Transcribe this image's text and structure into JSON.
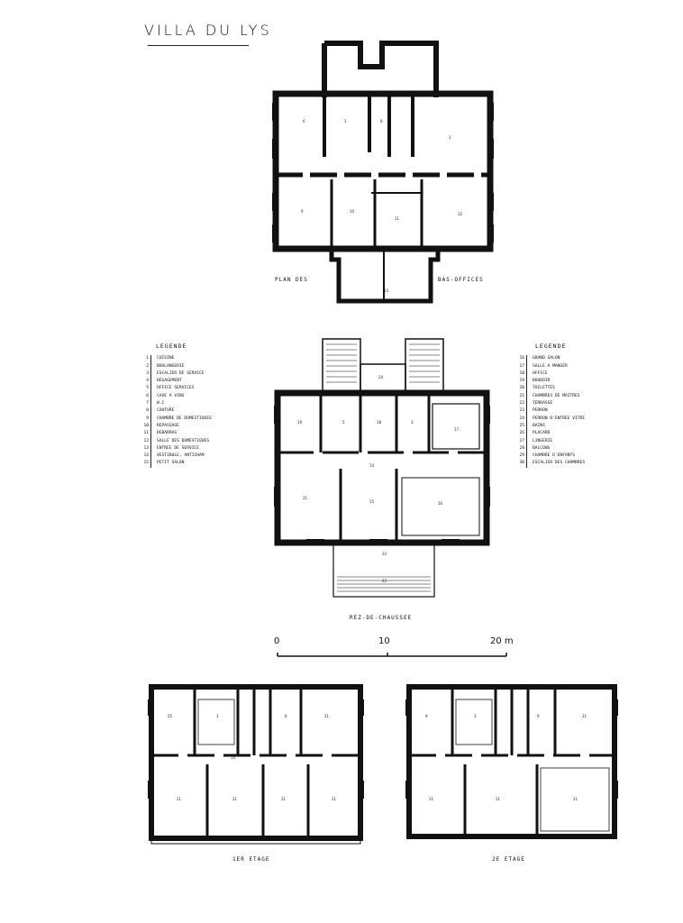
{
  "title": "VILLA DU LYS",
  "plans": {
    "basement": {
      "label_left": "PLAN DES",
      "label_right": "BAS-OFFICES"
    },
    "ground": {
      "label": "REZ-DE-CHAUSSEE"
    },
    "first": {
      "label": "1er ETAGE"
    },
    "second": {
      "label": "2e ETAGE"
    }
  },
  "legend_left": {
    "title": "LEGENDE",
    "items": [
      {
        "n": "1",
        "text": "CUISINE"
      },
      {
        "n": "2",
        "text": "BOULANGERIE"
      },
      {
        "n": "3",
        "text": "ESCALIER DE SERVICE"
      },
      {
        "n": "4",
        "text": "DEGAGEMENT"
      },
      {
        "n": "5",
        "text": "OFFICE SERVICES"
      },
      {
        "n": "6",
        "text": "CAVE A VINS"
      },
      {
        "n": "7",
        "text": "W.C"
      },
      {
        "n": "8",
        "text": "COUTURE"
      },
      {
        "n": "9",
        "text": "CHAMBRE DE DOMESTIQUES"
      },
      {
        "n": "10",
        "text": "REPASSAGE"
      },
      {
        "n": "11",
        "text": "DEBARRAS"
      },
      {
        "n": "12",
        "text": "SALLE DES DOMESTIQUES"
      },
      {
        "n": "13",
        "text": "ENTREE DE SERVICE"
      },
      {
        "n": "14",
        "text": "VESTIBULE, ANTICHAM"
      },
      {
        "n": "15",
        "text": "PETIT SALON"
      }
    ]
  },
  "legend_right": {
    "title": "LEGENDE",
    "items": [
      {
        "n": "16",
        "text": "GRAND SALON"
      },
      {
        "n": "17",
        "text": "SALLE A MANGER"
      },
      {
        "n": "18",
        "text": "OFFICE"
      },
      {
        "n": "19",
        "text": "BOUDOIR"
      },
      {
        "n": "20",
        "text": "TOILETTES"
      },
      {
        "n": "21",
        "text": "CHAMBRES DE MAITRES"
      },
      {
        "n": "22",
        "text": "TERRASSE"
      },
      {
        "n": "23",
        "text": "PERRON"
      },
      {
        "n": "24",
        "text": "PERRON D'ENTREE VITRE"
      },
      {
        "n": "25",
        "text": "BAINS"
      },
      {
        "n": "26",
        "text": "PLACARD"
      },
      {
        "n": "27",
        "text": "LINGERIE"
      },
      {
        "n": "28",
        "text": "BALCONS"
      },
      {
        "n": "29",
        "text": "CHAMBRE D'ENFANTS"
      },
      {
        "n": "30",
        "text": "ESCALIER DES CHAMBRES"
      }
    ]
  },
  "scale": {
    "t0": "0",
    "t10": "10",
    "t20": "20 m"
  }
}
